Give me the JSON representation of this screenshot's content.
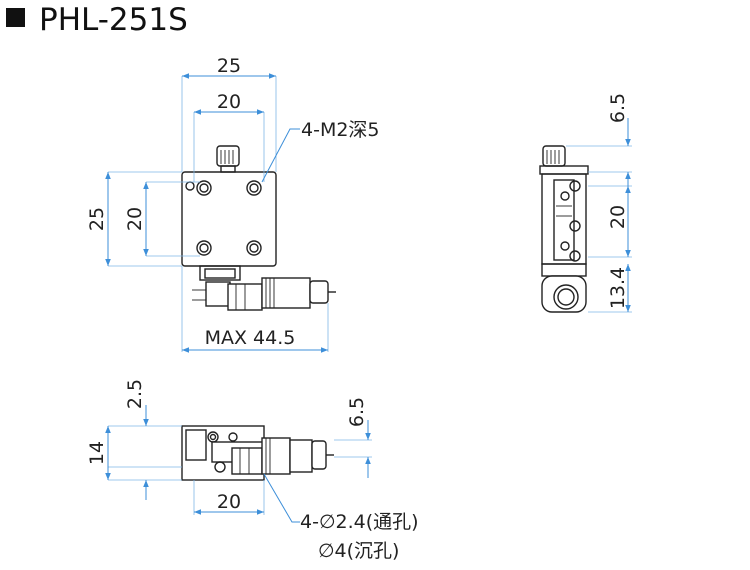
{
  "title": "PHL-251S",
  "dims": {
    "top_width_outer": "25",
    "top_width_inner": "20",
    "top_tap": "4-M2深5",
    "top_height_outer": "25",
    "top_height_inner": "20",
    "top_max_length": "MAX 44.5",
    "side_top_offset": "6.5",
    "side_hole_pitch": "20",
    "side_micrometer": "13.4",
    "front_top_gap": "2.5",
    "front_height": "14",
    "front_offset": "6.5",
    "front_hole_pitch": "20",
    "front_through_hole": "4-∅2.4(通孔)",
    "front_counterbore": "∅4(沉孔)"
  }
}
